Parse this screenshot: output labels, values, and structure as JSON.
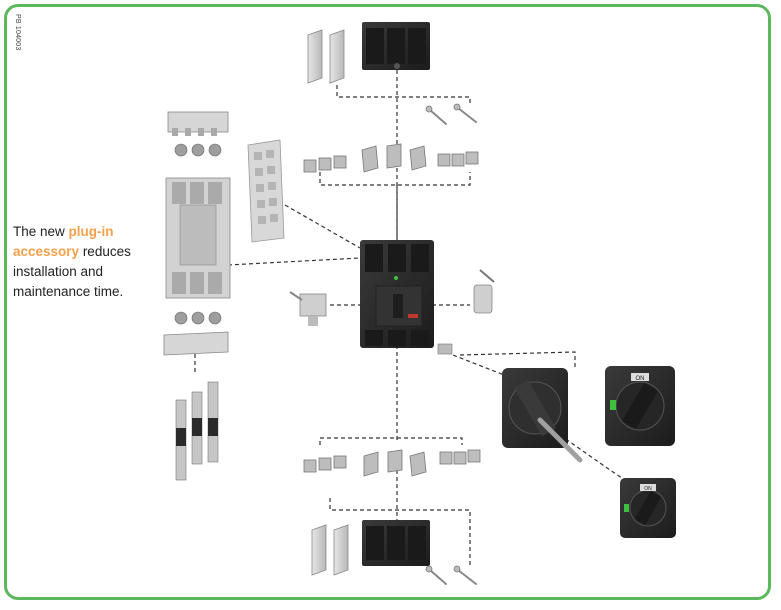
{
  "reference_code": "PB 104003",
  "caption": {
    "prefix": "The new ",
    "highlight_line1": "plug-in",
    "highlight_line2": "accessory",
    "suffix_line2": " reduces",
    "line3": "installation and",
    "line4": "maintenance time."
  },
  "breaker_label": "ON",
  "handle_labels": [
    "ON",
    "ON"
  ],
  "colors": {
    "frame": "#5cb85c",
    "highlight": "#f5a04a",
    "breaker_body": "#2b2b2b",
    "accessory_gray": "#c8c8c8",
    "status_green": "#3fbf3f"
  }
}
